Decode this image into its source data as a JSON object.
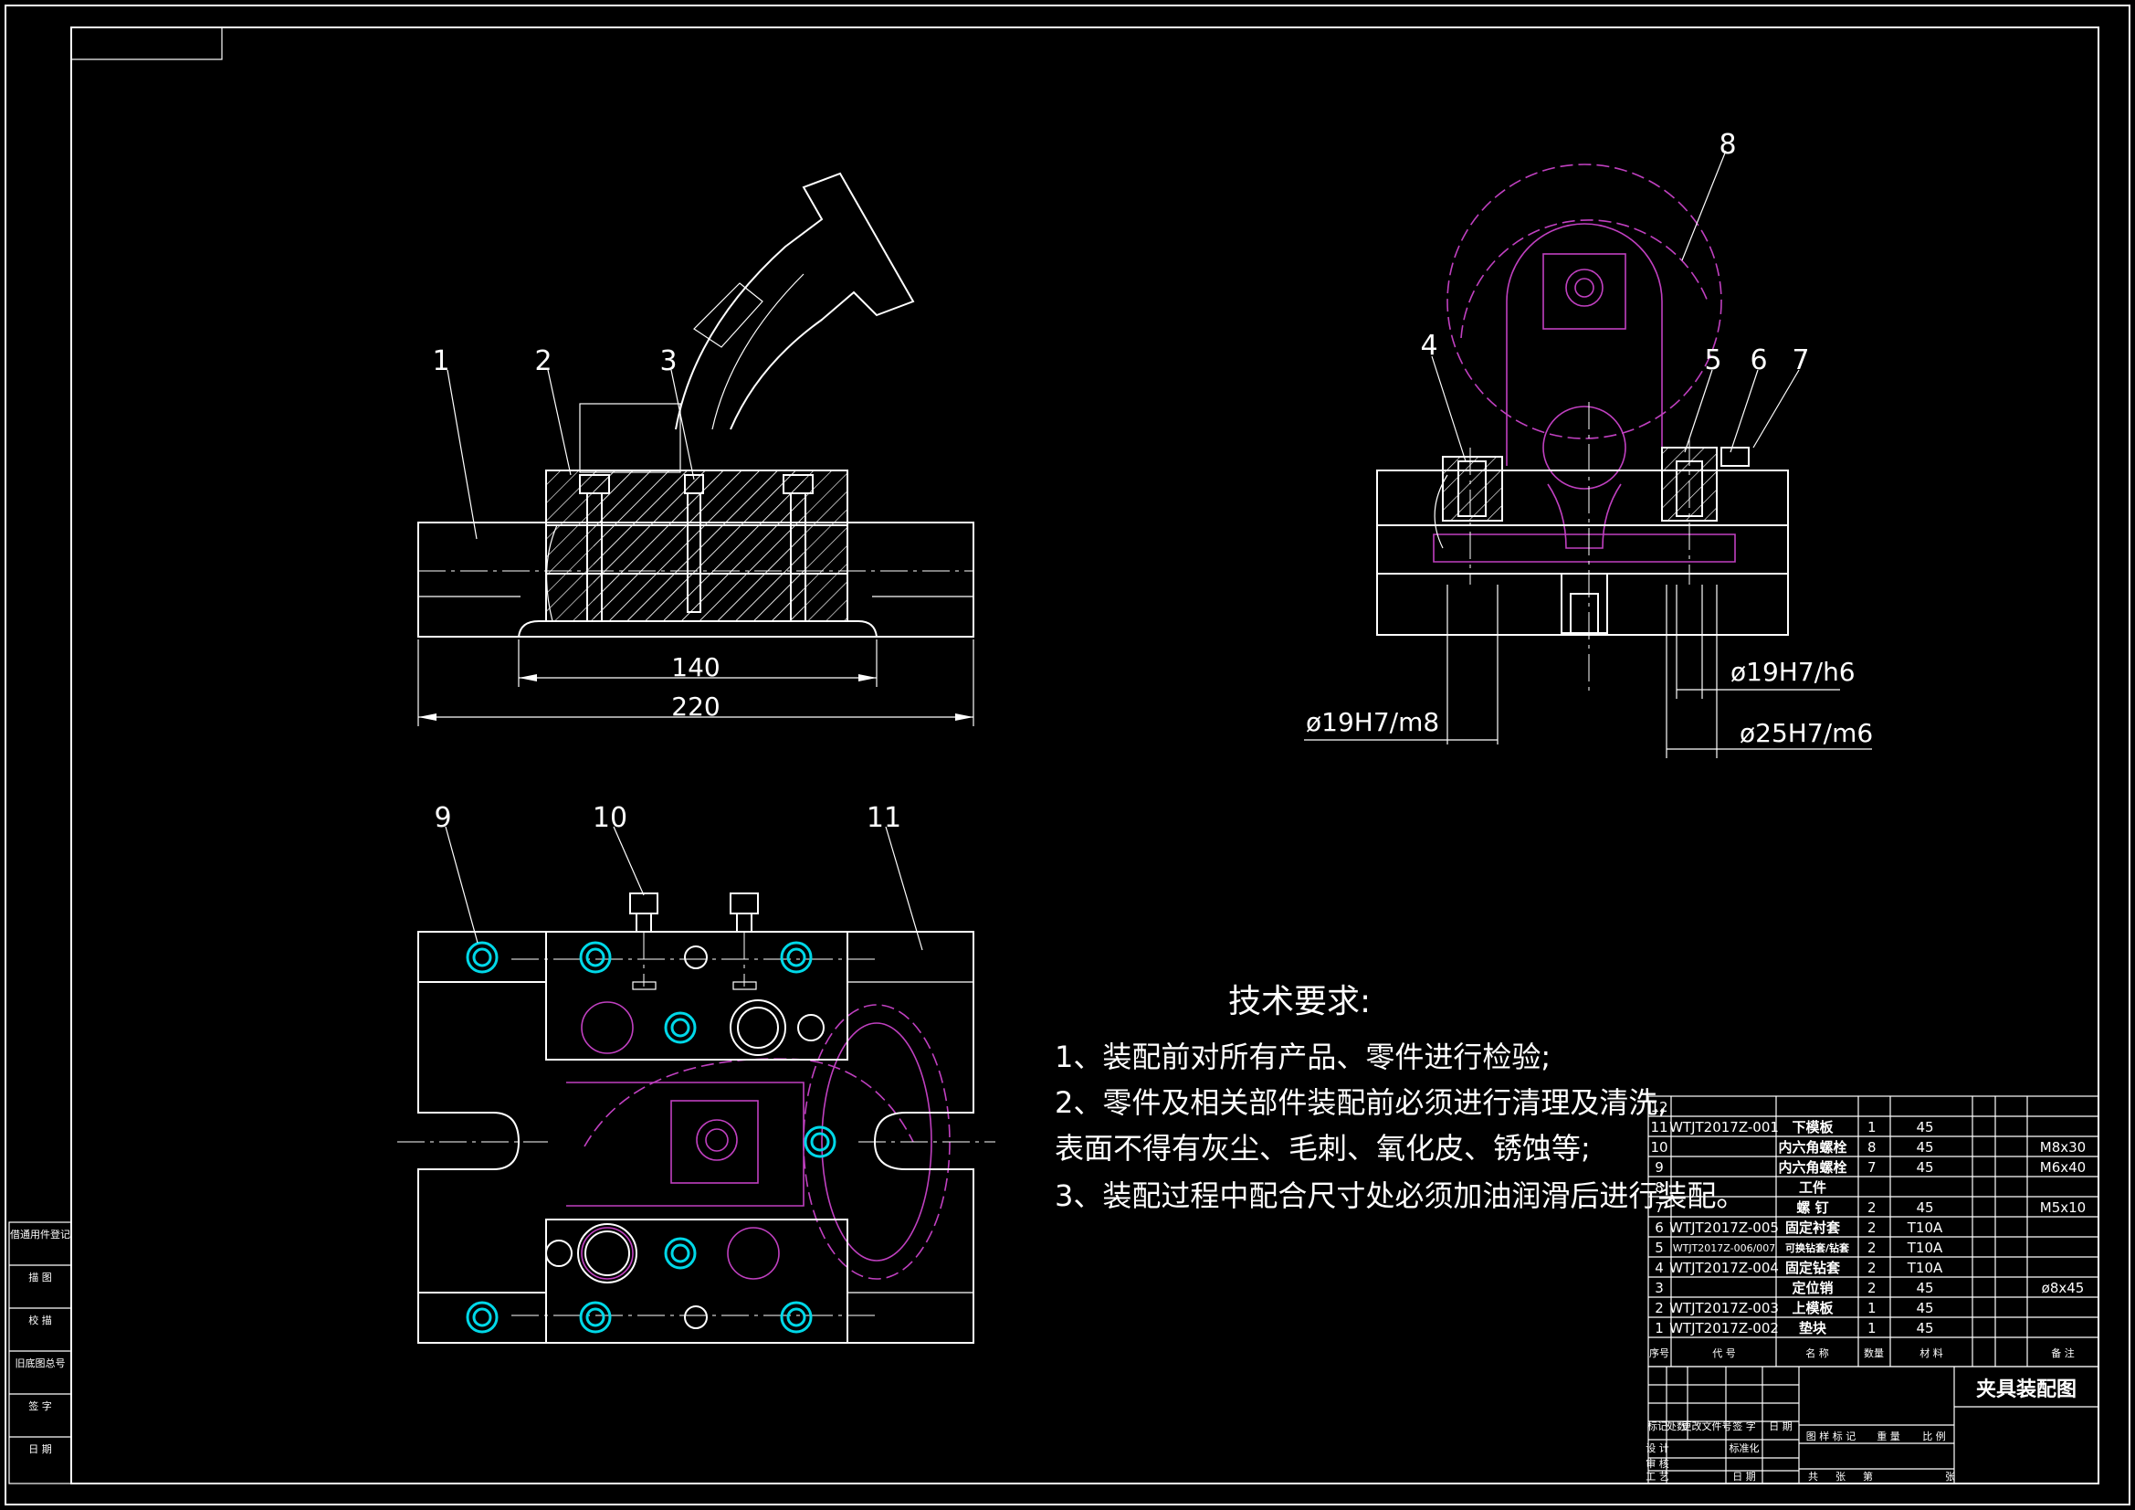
{
  "drawing": {
    "title": "夹具装配图"
  },
  "side_labels": [
    "借通用件登记",
    "描 图",
    "校 描",
    "旧底图总号",
    "签 字",
    "日 期"
  ],
  "part_callouts": [
    "1",
    "2",
    "3",
    "4",
    "5",
    "6",
    "7",
    "8",
    "9",
    "10",
    "11"
  ],
  "dimensions": {
    "d140": "140",
    "d220": "220",
    "fit1": "ø19H7/m8",
    "fit2": "ø19H7/h6",
    "fit3": "ø25H7/m6"
  },
  "tech_requirements": {
    "heading": "技术要求:",
    "lines": [
      "1、装配前对所有产品、零件进行检验;",
      "2、零件及相关部件装配前必须进行清理及清洗,",
      "表面不得有灰尘、毛刺、氧化皮、锈蚀等;",
      "3、装配过程中配合尺寸处必须加油润滑后进行装配。"
    ]
  },
  "bom": {
    "rows": [
      {
        "no": "12",
        "code": "",
        "name": "",
        "qty": "",
        "material": "",
        "note": ""
      },
      {
        "no": "11",
        "code": "WTJT2017Z-001",
        "name": "下模板",
        "qty": "1",
        "material": "45",
        "note": ""
      },
      {
        "no": "10",
        "code": "",
        "name": "内六角螺栓",
        "qty": "8",
        "material": "45",
        "note": "M8x30"
      },
      {
        "no": "9",
        "code": "",
        "name": "内六角螺栓",
        "qty": "7",
        "material": "45",
        "note": "M6x40"
      },
      {
        "no": "8",
        "code": "",
        "name": "工件",
        "qty": "",
        "material": "",
        "note": ""
      },
      {
        "no": "7",
        "code": "",
        "name": "螺 钉",
        "qty": "2",
        "material": "45",
        "note": "M5x10"
      },
      {
        "no": "6",
        "code": "WTJT2017Z-005",
        "name": "固定衬套",
        "qty": "2",
        "material": "T10A",
        "note": ""
      },
      {
        "no": "5",
        "code": "WTJT2017Z-006/007",
        "name": "可换钻套/钻套",
        "qty": "2",
        "material": "T10A",
        "note": ""
      },
      {
        "no": "4",
        "code": "WTJT2017Z-004",
        "name": "固定钻套",
        "qty": "2",
        "material": "T10A",
        "note": ""
      },
      {
        "no": "3",
        "code": "",
        "name": "定位销",
        "qty": "2",
        "material": "45",
        "note": "ø8x45"
      },
      {
        "no": "2",
        "code": "WTJT2017Z-003",
        "name": "上模板",
        "qty": "1",
        "material": "45",
        "note": ""
      },
      {
        "no": "1",
        "code": "WTJT2017Z-002",
        "name": "垫块",
        "qty": "1",
        "material": "45",
        "note": ""
      }
    ],
    "header": {
      "no": "序号",
      "code": "代 号",
      "name": "名 称",
      "qty": "数量",
      "material": "材 料",
      "note": "备 注"
    }
  },
  "title_block": {
    "labels": [
      "标记",
      "处数",
      "更改文件号",
      "签 字",
      "日 期",
      "设 计",
      "标准化",
      "审 核",
      "工 艺",
      "日 期",
      "图 样 标 记",
      "重 量",
      "比 例",
      "共",
      "张",
      "第",
      "张"
    ]
  },
  "colors": {
    "background": "#000000",
    "line": "#ffffff",
    "workpiece": "#c040c0",
    "bolt": "#00d8e8"
  }
}
